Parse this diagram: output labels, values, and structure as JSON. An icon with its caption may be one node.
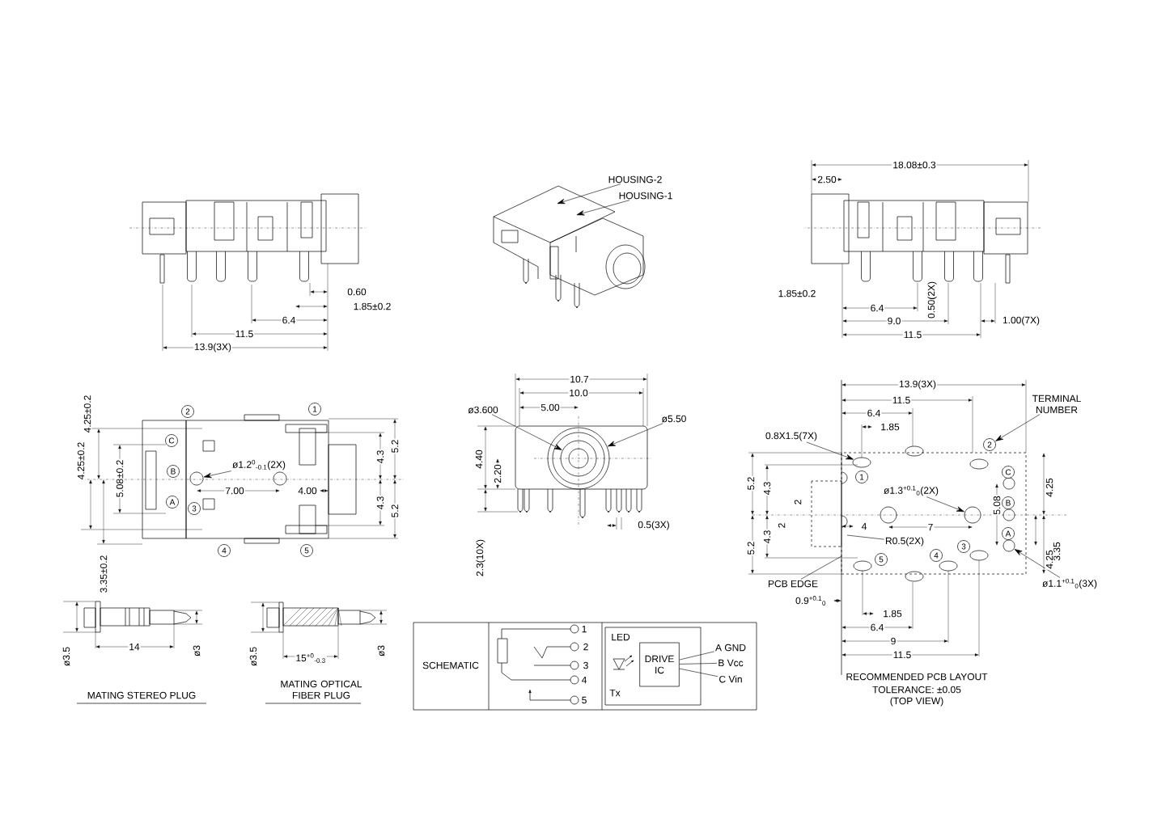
{
  "diagram": {
    "nodes": [
      {
        "text": [
          "HOUSING-2"
        ]
      },
      {
        "text": [
          "HOUSING-1"
        ]
      },
      {
        "text": [
          "ø1.2$^{0}$$_{-0.1}$(2X)"
        ]
      },
      {
        "text": [
          "2"
        ]
      },
      {
        "text": [
          "1"
        ]
      },
      {
        "text": [
          "C"
        ]
      },
      {
        "text": [
          "B"
        ]
      },
      {
        "text": [
          "A"
        ]
      },
      {
        "text": [
          "3"
        ]
      },
      {
        "text": [
          "4"
        ]
      },
      {
        "text": [
          "5"
        ]
      },
      {
        "text": [
          "ø3.600"
        ]
      },
      {
        "text": [
          "ø5.50"
        ]
      },
      {
        "text": [
          "TERMINAL NUMBER"
        ]
      },
      {
        "text": [
          "0.8X1.5(7X)"
        ]
      },
      {
        "text": [
          "2"
        ]
      },
      {
        "text": [
          "1"
        ]
      },
      {
        "text": [
          "C"
        ]
      },
      {
        "text": [
          "B"
        ]
      },
      {
        "text": [
          "A"
        ]
      },
      {
        "text": [
          "3"
        ]
      },
      {
        "text": [
          "4"
        ]
      },
      {
        "text": [
          "5"
        ]
      },
      {
        "text": [
          "ø1.3$^{+0.1}$$_{0}$(2X)"
        ]
      },
      {
        "text": [
          "R0.5(2X)"
        ]
      },
      {
        "text": [
          "PCB EDGE"
        ]
      },
      {
        "text": [
          "ø1.1$^{+0.1}$$_{0}$(3X)"
        ]
      },
      {
        "text": [
          "DRIVE IC"
        ]
      },
      {
        "text": [
          "A GND"
        ]
      },
      {
        "text": [
          "B Vcc"
        ]
      },
      {
        "text": [
          "C Vin"
        ]
      },
      {
        "text": [],
        "shape": "circle"
      },
      {
        "text": [],
        "shape": "circle"
      },
      {
        "text": [],
        "shape": "circle",
        "in": 32
      },
      {
        "text": [],
        "shape": "ellipse"
      },
      {
        "text": [],
        "shape": "circle"
      },
      {
        "text": [],
        "shape": "circle"
      }
    ],
    "edges": [
      {
        "from": 0,
        "to": null,
        "arrow": "to"
      },
      {
        "from": 1,
        "to": null,
        "arrow": "to"
      },
      {
        "from": 2,
        "to": 31,
        "arrow": "to"
      },
      {
        "from": 11,
        "to": 33,
        "arrow": "to"
      },
      {
        "from": 12,
        "to": 32,
        "arrow": "to"
      },
      {
        "from": 13,
        "to": 15,
        "arrow": "to"
      },
      {
        "from": 14,
        "to": 34,
        "arrow": "to"
      },
      {
        "from": 23,
        "to": 35,
        "arrow": "to"
      },
      {
        "from": 24,
        "to": null,
        "arrow": "none"
      },
      {
        "from": 25,
        "to": null,
        "arrow": "none"
      },
      {
        "from": 26,
        "to": 36,
        "arrow": "to"
      },
      {
        "from": 27,
        "to": 28,
        "arrow": "none"
      },
      {
        "from": 27,
        "to": 29,
        "arrow": "none"
      },
      {
        "from": 27,
        "to": 30,
        "arrow": "none"
      }
    ],
    "labels": [
      "0.60",
      "1.85±0.2",
      "6.4",
      "11.5",
      "13.9(3X)",
      "18.08±0.3",
      "2.50",
      "1.85±0.2",
      "6.4",
      "0.50(2X)",
      "9.0",
      "1.00(7X)",
      "11.5",
      "4.25±0.2",
      "4.25±0.2",
      "5.08±0.2",
      "3.35±0.2",
      "7.00",
      "4.00",
      "4.3",
      "5.2",
      "4.3",
      "5.2",
      "10.7",
      "10.0",
      "5.00",
      "4.40",
      "2.20",
      "0.5(3X)",
      "2.3(10X)",
      "13.9(3X)",
      "11.5",
      "6.4",
      "1.85",
      "5.2",
      "4.3",
      "2",
      "2",
      "4.3",
      "5.2",
      "4",
      "7",
      "5.08",
      "4.25",
      "3.35",
      "4.25",
      "0.9$^{+0.1}$$_{0}$",
      "1.85",
      "6.4",
      "9",
      "11.5",
      "RECOMMENDED PCB LAYOUT",
      "TOLERANCE: ±0.05",
      "(TOP VIEW)",
      "ø3.5",
      "14",
      "ø3",
      "MATING STEREO PLUG",
      "ø3.5",
      "15$^{+0}$$_{-0.3}$",
      "ø3",
      "MATING OPTICAL FIBER PLUG",
      "SCHEMATIC",
      "1",
      "2",
      "3",
      "4",
      "5",
      "LED",
      "Tx"
    ]
  }
}
